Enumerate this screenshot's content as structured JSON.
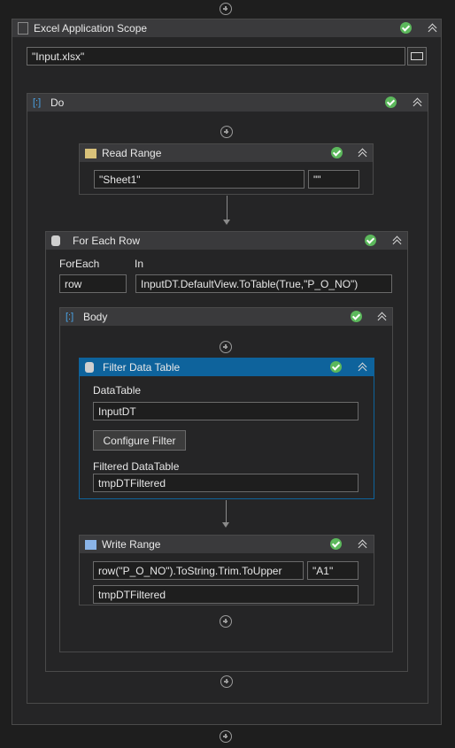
{
  "excel_scope": {
    "title": "Excel Application Scope",
    "file_path": "\"Input.xlsx\""
  },
  "do": {
    "title": "Do"
  },
  "read_range": {
    "title": "Read Range",
    "sheet": "\"Sheet1\"",
    "range": "\"\""
  },
  "for_each_row": {
    "title": "For Each Row",
    "foreach_label": "ForEach",
    "in_label": "In",
    "foreach_value": "row",
    "in_value": "InputDT.DefaultView.ToTable(True,\"P_O_NO\")"
  },
  "body": {
    "title": "Body"
  },
  "filter": {
    "title": "Filter Data Table",
    "datatable_label": "DataTable",
    "datatable_value": "InputDT",
    "configure_button": "Configure Filter",
    "filtered_label": "Filtered DataTable",
    "filtered_value": "tmpDTFiltered"
  },
  "write_range": {
    "title": "Write Range",
    "sheet_expr": "row(\"P_O_NO\").ToString.Trim.ToUpper",
    "range": "\"A1\"",
    "datatable": "tmpDTFiltered"
  },
  "colors": {
    "background": "#1e1e1e",
    "header": "#3a3a3c",
    "selected_header": "#0e639c",
    "status_ok": "#5cb85c"
  }
}
